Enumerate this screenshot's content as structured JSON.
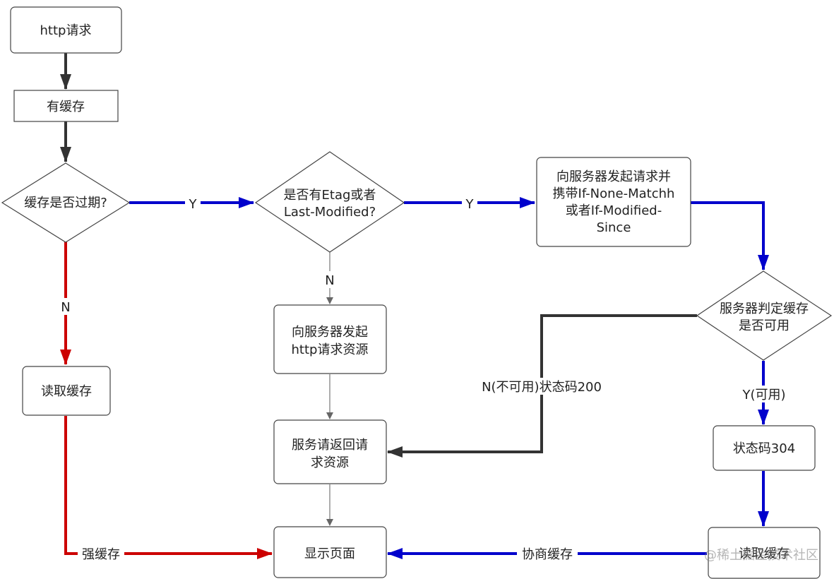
{
  "nodes": {
    "http_request": [
      "http请求"
    ],
    "has_cache": [
      "有缓存"
    ],
    "cache_expired": [
      "缓存是否过期?"
    ],
    "has_etag": [
      "是否有Etag或者",
      "Last-Modified?"
    ],
    "request_with_headers": [
      "向服务器发起请求并",
      "携带If-None-Matchh",
      "或者If-Modified-",
      "Since"
    ],
    "server_judge": [
      "服务器判定缓存",
      "是否可用"
    ],
    "request_resource": [
      "向服务器发起",
      "http请求资源"
    ],
    "server_return": [
      "服务请返回请",
      "求资源"
    ],
    "read_cache_left": [
      "读取缓存"
    ],
    "status_304": [
      "状态码304"
    ],
    "read_cache_right": [
      "读取缓存"
    ],
    "display_page": [
      "显示页面"
    ]
  },
  "edge_labels": {
    "expired_yes": "Y",
    "etag_yes": "Y",
    "expired_no": "N",
    "etag_no": "N",
    "not_usable": "N(不可用)状态码200",
    "usable": "Y(可用)",
    "strong_cache": "强缓存",
    "negotiated_cache": "协商缓存"
  },
  "colors": {
    "black": "#333333",
    "red": "#cc0000",
    "blue": "#0000cc",
    "gray": "#888888"
  },
  "watermark": "@稀土掘金技术社区"
}
